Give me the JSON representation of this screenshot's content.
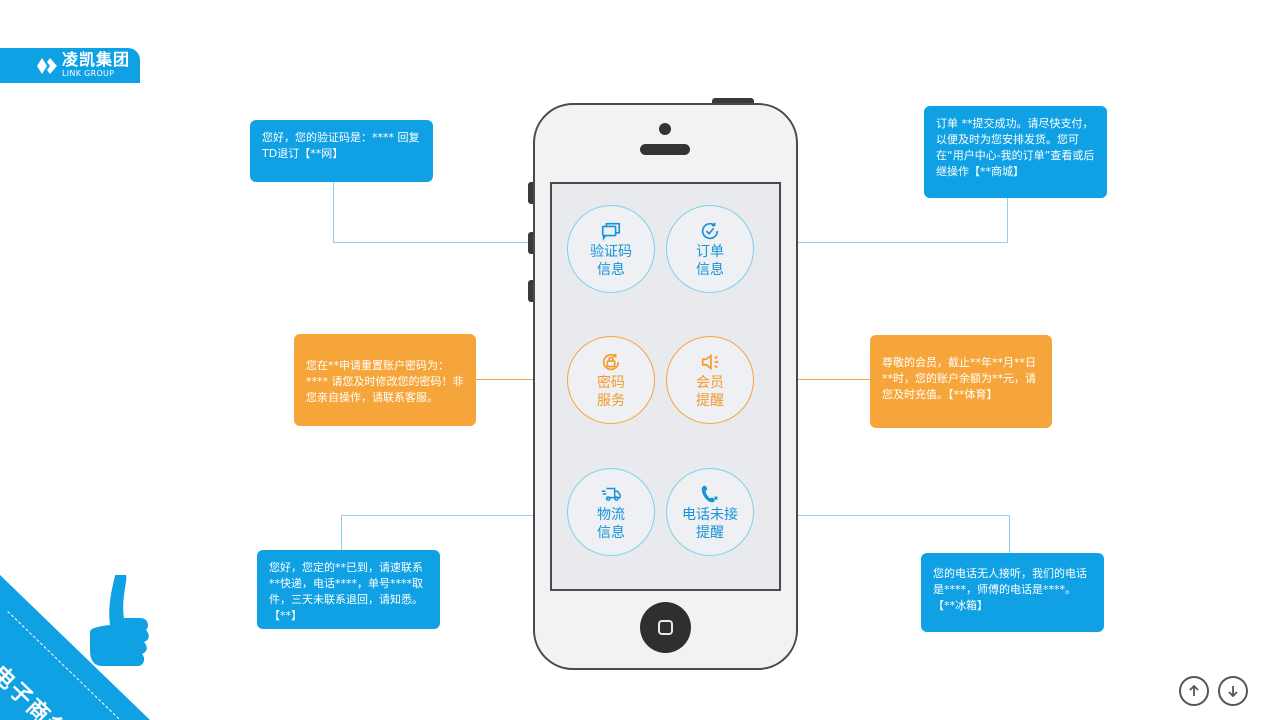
{
  "logo": {
    "name_cn": "凌凯集团",
    "name_en": "LINK GROUP"
  },
  "circles": {
    "verify": {
      "line1": "验证码",
      "line2": "信息",
      "icon": "chat-icon"
    },
    "order": {
      "line1": "订单",
      "line2": "信息",
      "icon": "check-clock-icon"
    },
    "password": {
      "line1": "密码",
      "line2": "服务",
      "icon": "lock-icon"
    },
    "member": {
      "line1": "会员",
      "line2": "提醒",
      "icon": "speaker-icon"
    },
    "logistics": {
      "line1": "物流",
      "line2": "信息",
      "icon": "truck-icon"
    },
    "missed_call": {
      "line1": "电话未接",
      "line2": "提醒",
      "icon": "missed-call-icon"
    }
  },
  "messages": {
    "verify": "您好，您的验证码是：**** 回复TD退订【**网】",
    "order": "订单 **提交成功。请尽快支付，以便及时为您安排发货。您可在“用户中心-我的订单”查看或后继操作【**商城】",
    "password": "您在**申请重置账户密码为：**** 请您及时修改您的密码！非您亲自操作，请联系客服。",
    "member": "尊敬的会员，截止**年**月**日**时，您的账户余额为**元，请您及时充值。【**体育】",
    "logistics": "您好，您定的**已到，请速联系 **快递，电话****，单号****取件，三天未联系退回，请知悉。【**】",
    "missed_call": "您的电话无人接听，我们的电话是****，师傅的电话是****。【**冰箱】"
  },
  "ribbon": {
    "label": "电子商务"
  },
  "colors": {
    "blue": "#0fa1e4",
    "orange": "#f5a53a"
  }
}
